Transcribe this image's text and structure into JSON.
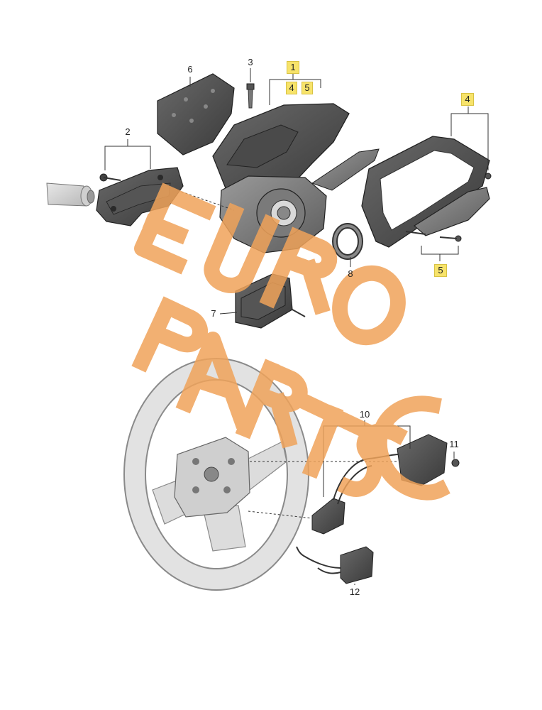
{
  "watermark": {
    "letters_top": [
      "E",
      "U",
      "R",
      "O"
    ],
    "letters_bottom": [
      "P",
      "A",
      "R",
      "T",
      "S"
    ],
    "color": "#f0a35a"
  },
  "callouts": {
    "c1": "1",
    "c2": "2",
    "c3": "3",
    "c4a": "4",
    "c5a": "5",
    "c4b": "4",
    "c5b": "5",
    "c6": "6",
    "c7": "7",
    "c8": "8",
    "c10": "10",
    "c11": "11",
    "c12": "12"
  },
  "highlight_color": "#f7e36a",
  "line_color": "#333333"
}
